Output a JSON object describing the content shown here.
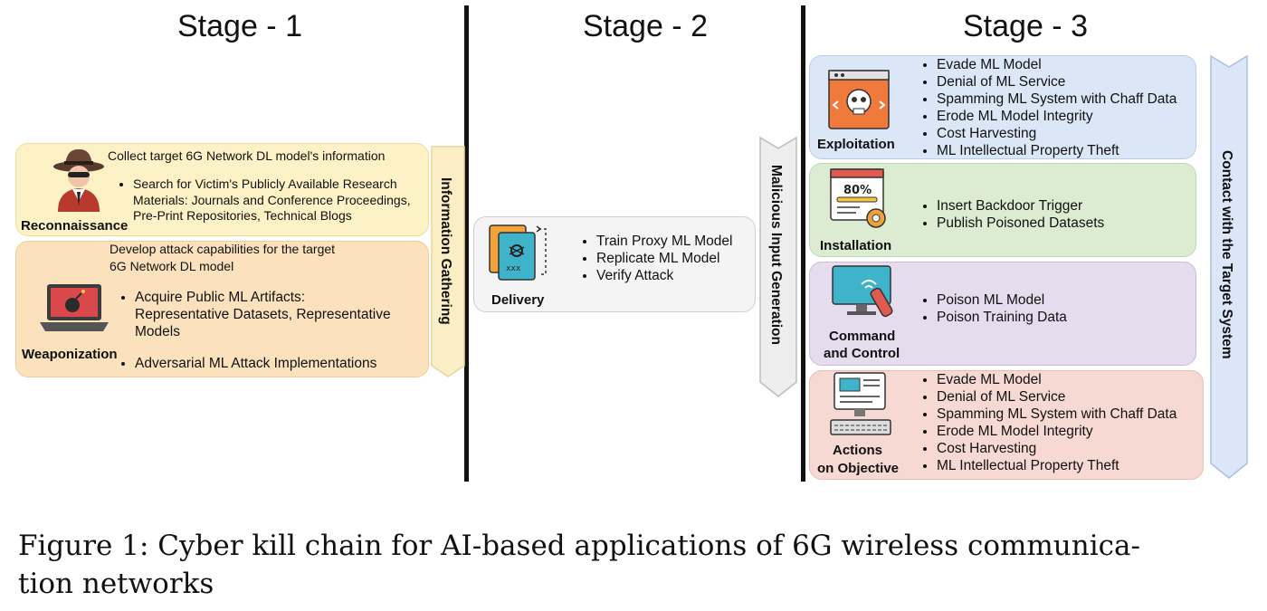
{
  "stages": {
    "s1": "Stage - 1",
    "s2": "Stage - 2",
    "s3": "Stage - 3"
  },
  "reconnaissance": {
    "label": "Reconnaissance",
    "heading": "Collect target 6G Network DL model's information",
    "bullets": [
      "Search for Victim's Publicly Available Research",
      "Materials: Journals and Conference Proceedings,",
      "Pre-Print Repositories, Technical Blogs"
    ]
  },
  "weaponization": {
    "label": "Weaponization",
    "heading_1": "Develop attack capabilities for the target",
    "heading_2": "6G Network DL model",
    "bullet_1_lines": [
      "Acquire Public ML Artifacts:",
      "Representative Datasets, Representative",
      "Models"
    ],
    "bullet_2": "Adversarial ML Attack Implementations"
  },
  "arrows": {
    "info_gathering": "Information Gathering",
    "malicious_input": "Malicious Input Generation",
    "contact_target": "Contact with the Target System"
  },
  "delivery": {
    "label": "Delivery",
    "bullets": [
      "Train Proxy ML Model",
      "Replicate ML Model",
      "Verify Attack"
    ]
  },
  "exploitation": {
    "label": "Exploitation",
    "bullets": [
      "Evade ML Model",
      "Denial of ML Service",
      "Spamming ML System with Chaff Data",
      "Erode ML Model Integrity",
      "Cost Harvesting",
      "ML Intellectual Property Theft"
    ]
  },
  "installation": {
    "label": "Installation",
    "icon_text": "80%",
    "bullets": [
      "Insert Backdoor Trigger",
      "Publish Poisoned Datasets"
    ]
  },
  "command": {
    "label_1": "Command",
    "label_2": "and Control",
    "bullets": [
      "Poison ML Model",
      "Poison Training Data"
    ]
  },
  "actions": {
    "label_1": "Actions",
    "label_2": "on Objective",
    "bullets": [
      "Evade ML Model",
      "Denial of ML Service",
      "Spamming ML System with Chaff Data",
      "Erode ML Model Integrity",
      "Cost Harvesting",
      "ML Intellectual Property Theft"
    ]
  },
  "caption": {
    "line_1": "Figure 1: Cyber kill chain for AI-based applications of 6G wireless communica-",
    "line_2": "tion networks"
  },
  "colors": {
    "recon_bg": "#fdf1c6",
    "weap_bg": "#fbe1bc",
    "delivery_bg": "#f4f4f4",
    "exploit_bg": "#dbe7f7",
    "install_bg": "#dbecd2",
    "command_bg": "#e5dced",
    "actions_bg": "#f6d9d2",
    "info_arrow": "#fbeec5",
    "malicious_arrow": "#eeeeee",
    "contact_arrow": "#dbe6f8"
  }
}
